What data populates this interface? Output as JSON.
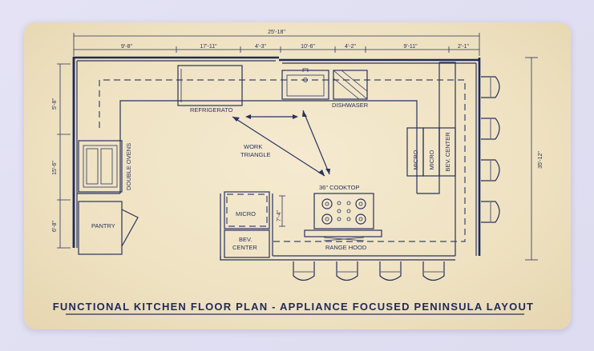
{
  "title": "FUNCTIONAL KITCHEN FLOOR PLAN - APPLIANCE FOCUSED PENINSULA LAYOUT",
  "dimensions": {
    "overall_top": "25'-18\"",
    "top_segments": [
      "9'-8\"",
      "17'-11\"",
      "4'-3\"",
      "10'-6\"",
      "4'-2\"",
      "9'-11\"",
      "2'-1\""
    ],
    "left_segments": [
      "5'-8\"",
      "15'-6\"",
      "6'-8\""
    ],
    "right_overall": "35'-12\"",
    "peninsula": "7'-4\""
  },
  "labels": {
    "refrigerator": "REFRIGERATO",
    "dishwasher": "DISHWASER",
    "double_ovens": "DOUBLE OVENS",
    "pantry": "PANTRY",
    "work": "WORK",
    "triangle": "TRIANGLE",
    "cooktop": "36\" COOKTOP",
    "micro_left": "MICRO",
    "bev_center_1": "BEV.",
    "bev_center_2": "CENTER",
    "range_hood": "RANGE HOOD",
    "micro_right": "MICRO",
    "micro_right_2": "MICRO",
    "bev_center_right": "BEV. CENTER"
  },
  "colors": {
    "ink": "#27325e",
    "paper": "#f3e7cb",
    "background": "#e2e1f3"
  }
}
